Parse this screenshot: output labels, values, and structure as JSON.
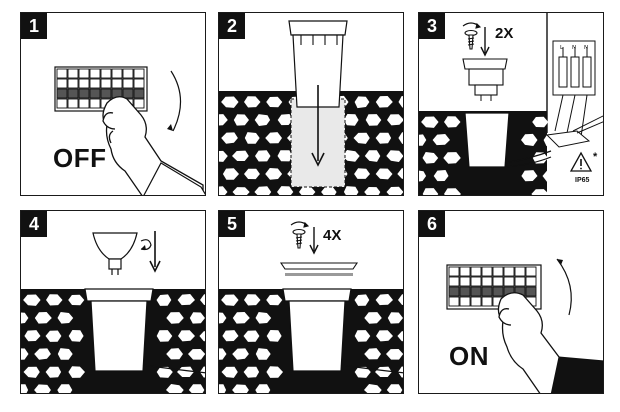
{
  "steps": [
    {
      "number": "1",
      "text": "OFF"
    },
    {
      "number": "2"
    },
    {
      "number": "3",
      "quantity": "2X",
      "rating": "IP65",
      "note_mark": "*",
      "terminals": [
        "L",
        "N",
        "N"
      ]
    },
    {
      "number": "4"
    },
    {
      "number": "5",
      "quantity": "4X"
    },
    {
      "number": "6",
      "text": "ON"
    }
  ],
  "icons": [
    "breaker-switch-icon",
    "hand-icon",
    "rotate-arrow-icon",
    "down-arrow-icon",
    "screw-icon",
    "warning-triangle-icon",
    "connector-block-icon",
    "led-bulb-icon",
    "cover-ring-icon",
    "stone-pavement-icon"
  ],
  "colors": {
    "ink": "#111111",
    "paper": "#ffffff",
    "stone_fill": "#ffffff",
    "dark_fill": "#1a1a1a"
  }
}
